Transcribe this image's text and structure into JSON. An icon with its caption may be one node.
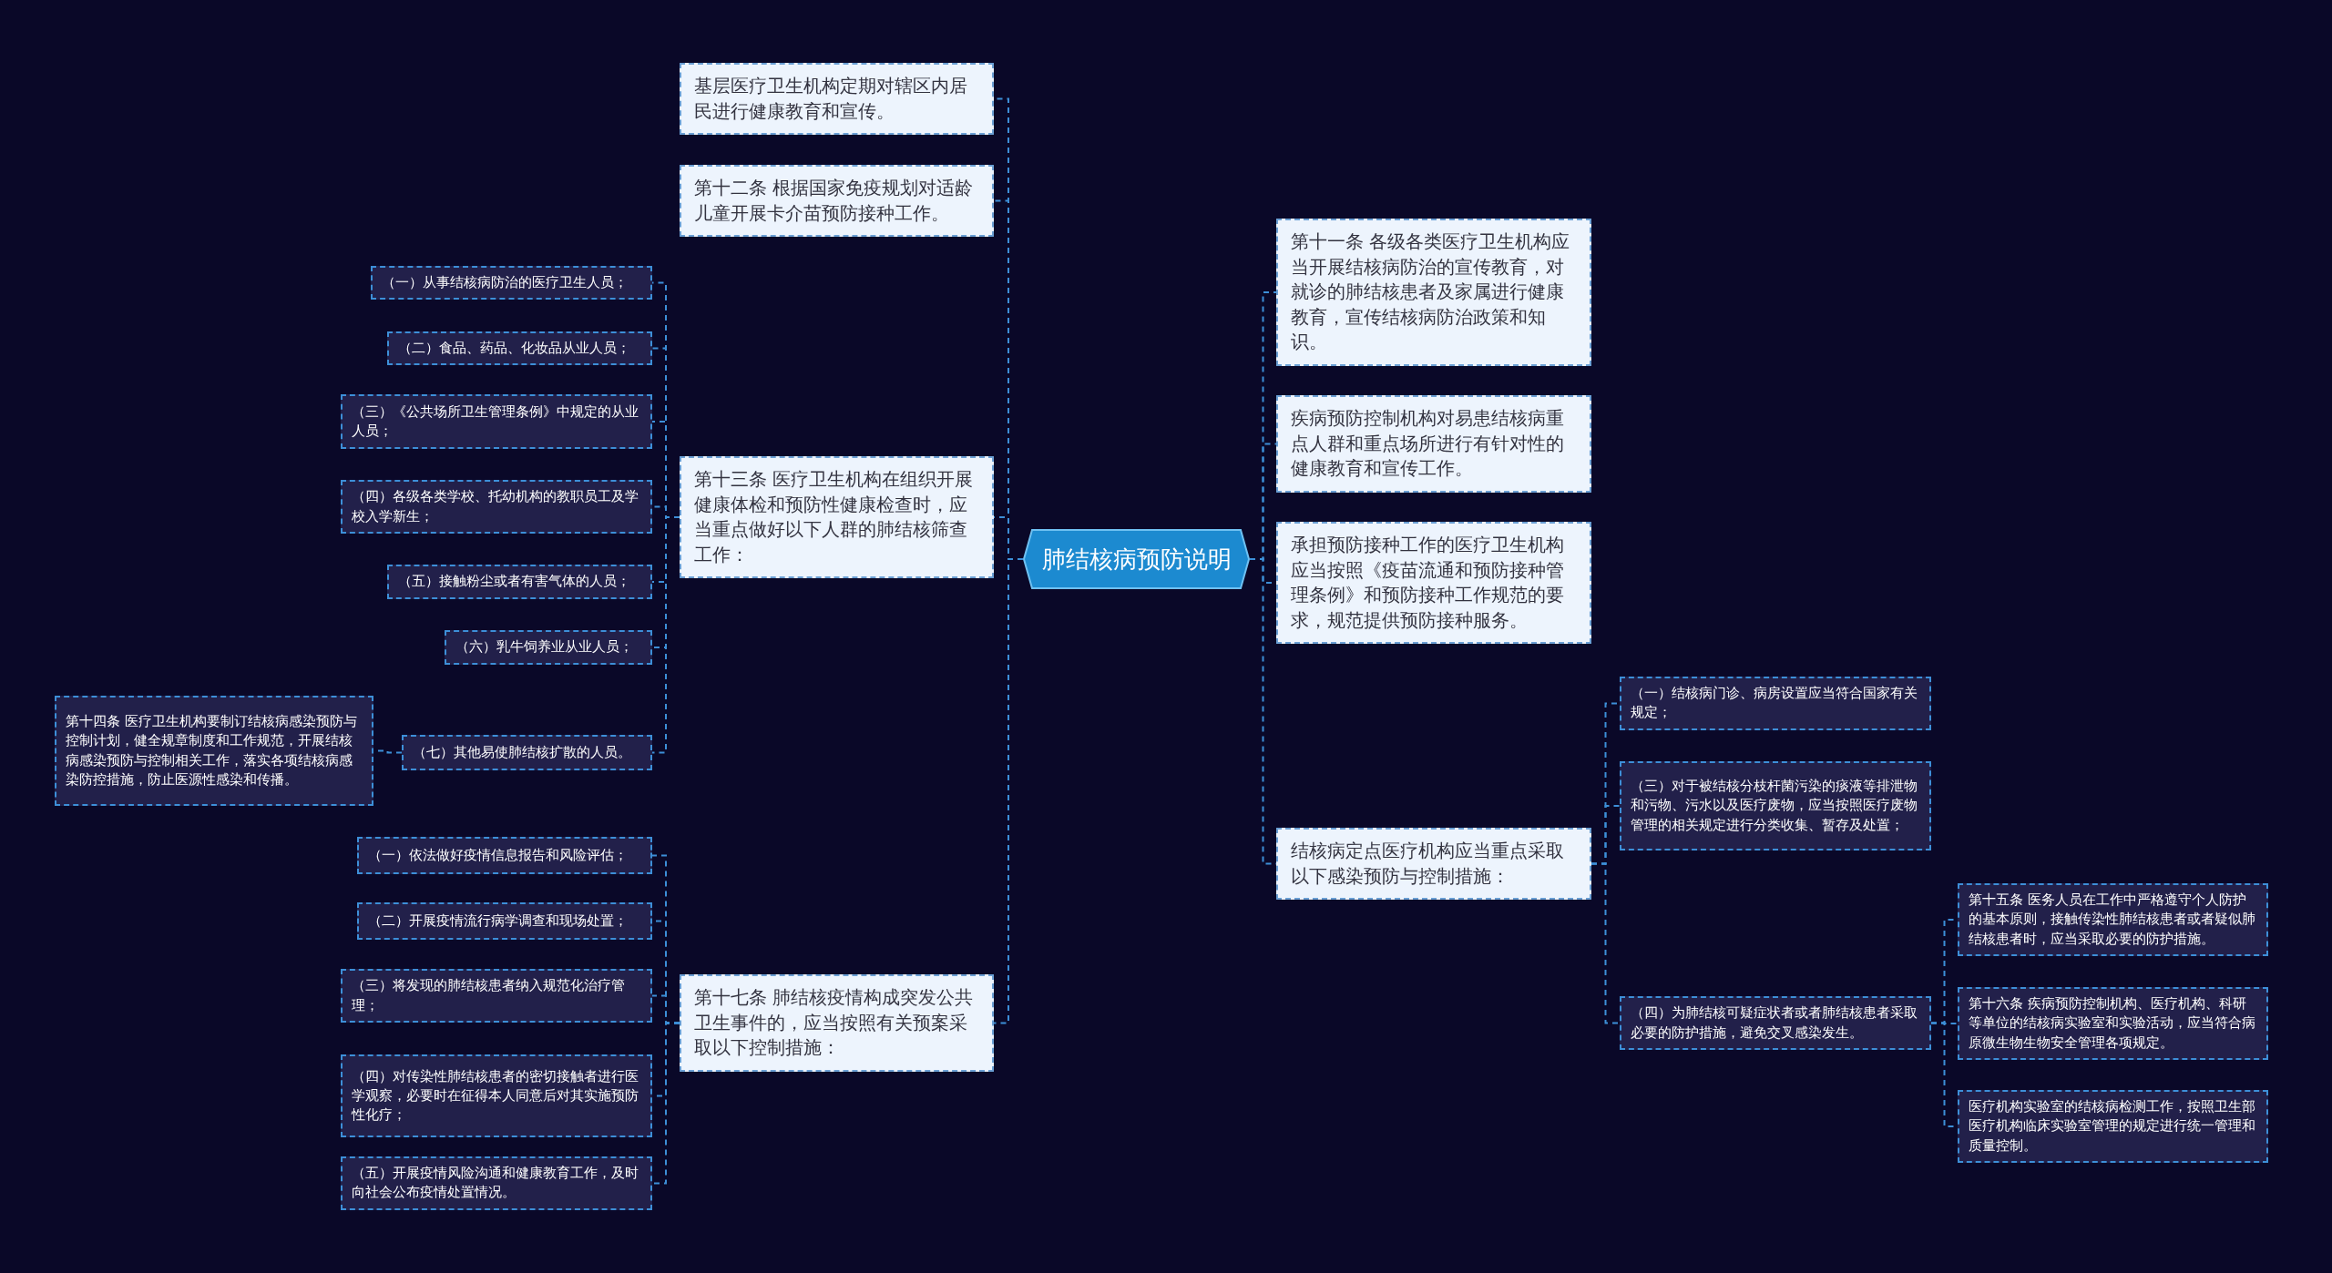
{
  "diagram": {
    "nodes": [
      {
        "text": [
          "肺结核病预防说明"
        ]
      },
      {
        "text": [
          "基层医疗卫生机构定期对辖区内居民进行健康教育和宣传。"
        ]
      },
      {
        "text": [
          "第十二条 根据国家免疫规划对适龄儿童开展卡介苗预防接种工作。"
        ]
      },
      {
        "text": [
          "第十三条 医疗卫生机构在组织开展健康体检和预防性健康检查时，应当重点做好以下人群的肺结核筛查工作："
        ]
      },
      {
        "text": [
          "第十七条 肺结核疫情构成突发公共卫生事件的，应当按照有关预案采取以下控制措施："
        ]
      },
      {
        "text": [
          "（一）从事结核病防治的医疗卫生人员；"
        ]
      },
      {
        "text": [
          "（二）食品、药品、化妆品从业人员；"
        ]
      },
      {
        "text": [
          "（三）《公共场所卫生管理条例》中规定的从业人员；"
        ]
      },
      {
        "text": [
          "（四）各级各类学校、托幼机构的教职员工及学校入学新生；"
        ]
      },
      {
        "text": [
          "（五）接触粉尘或者有害气体的人员；"
        ]
      },
      {
        "text": [
          "（六）乳牛饲养业从业人员；"
        ]
      },
      {
        "text": [
          "（七）其他易使肺结核扩散的人员。"
        ]
      },
      {
        "text": [
          "第十四条 医疗卫生机构要制订结核病感染预防与控制计划，健全规章制度和工作规范，开展结核病感染预防与控制相关工作，落实各项结核病感染防控措施，防止医源性感染和传播。"
        ]
      },
      {
        "text": [
          "（一）依法做好疫情信息报告和风险评估；"
        ]
      },
      {
        "text": [
          "（二）开展疫情流行病学调查和现场处置；"
        ]
      },
      {
        "text": [
          "（三）将发现的肺结核患者纳入规范化治疗管理；"
        ]
      },
      {
        "text": [
          "（四）对传染性肺结核患者的密切接触者进行医学观察，必要时在征得本人同意后对其实施预防性化疗；"
        ]
      },
      {
        "text": [
          "（五）开展疫情风险沟通和健康教育工作，及时向社会公布疫情处置情况。"
        ]
      },
      {
        "text": [
          "第十一条 各级各类医疗卫生机构应当开展结核病防治的宣传教育，对就诊的肺结核患者及家属进行健康教育，宣传结核病防治政策和知识。"
        ]
      },
      {
        "text": [
          "疾病预防控制机构对易患结核病重点人群和重点场所进行有针对性的健康教育和宣传工作。"
        ]
      },
      {
        "text": [
          "承担预防接种工作的医疗卫生机构应当按照《疫苗流通和预防接种管理条例》和预防接种工作规范的要求，规范提供预防接种服务。"
        ]
      },
      {
        "text": [
          "结核病定点医疗机构应当重点采取以下感染预防与控制措施："
        ]
      },
      {
        "text": [
          "（一）结核病门诊、病房设置应当符合国家有关规定；"
        ]
      },
      {
        "text": [
          "（三）对于被结核分枝杆菌污染的痰液等排泄物和污物、污水以及医疗废物，应当按照医疗废物管理的相关规定进行分类收集、暂存及处置；"
        ]
      },
      {
        "text": [
          "（四）为肺结核可疑症状者或者肺结核患者采取必要的防护措施，避免交叉感染发生。"
        ]
      },
      {
        "text": [
          "第十五条 医务人员在工作中严格遵守个人防护的基本原则，接触传染性肺结核患者或者疑似肺结核患者时，应当采取必要的防护措施。"
        ]
      },
      {
        "text": [
          "第十六条 疾病预防控制机构、医疗机构、科研等单位的结核病实验室和实验活动，应当符合病原微生物生物安全管理各项规定。"
        ]
      },
      {
        "text": [
          "医疗机构实验室的结核病检测工作，按照卫生部医疗机构临床实验室管理的规定进行统一管理和质量控制。"
        ]
      }
    ],
    "edges": [
      {
        "from": 0,
        "to": 1,
        "arrow": "none"
      },
      {
        "from": 0,
        "to": 2,
        "arrow": "none"
      },
      {
        "from": 0,
        "to": 3,
        "arrow": "none"
      },
      {
        "from": 0,
        "to": 4,
        "arrow": "none"
      },
      {
        "from": 3,
        "to": 5,
        "arrow": "none"
      },
      {
        "from": 3,
        "to": 6,
        "arrow": "none"
      },
      {
        "from": 3,
        "to": 7,
        "arrow": "none"
      },
      {
        "from": 3,
        "to": 8,
        "arrow": "none"
      },
      {
        "from": 3,
        "to": 9,
        "arrow": "none"
      },
      {
        "from": 3,
        "to": 10,
        "arrow": "none"
      },
      {
        "from": 3,
        "to": 11,
        "arrow": "none"
      },
      {
        "from": 11,
        "to": 12,
        "arrow": "none"
      },
      {
        "from": 4,
        "to": 13,
        "arrow": "none"
      },
      {
        "from": 4,
        "to": 14,
        "arrow": "none"
      },
      {
        "from": 4,
        "to": 15,
        "arrow": "none"
      },
      {
        "from": 4,
        "to": 16,
        "arrow": "none"
      },
      {
        "from": 4,
        "to": 17,
        "arrow": "none"
      },
      {
        "from": 0,
        "to": 18,
        "arrow": "none"
      },
      {
        "from": 0,
        "to": 19,
        "arrow": "none"
      },
      {
        "from": 0,
        "to": 20,
        "arrow": "none"
      },
      {
        "from": 0,
        "to": 21,
        "arrow": "none"
      },
      {
        "from": 21,
        "to": 22,
        "arrow": "none"
      },
      {
        "from": 21,
        "to": 23,
        "arrow": "none"
      },
      {
        "from": 21,
        "to": 24,
        "arrow": "none"
      },
      {
        "from": 24,
        "to": 25,
        "arrow": "none"
      },
      {
        "from": 24,
        "to": 26,
        "arrow": "none"
      },
      {
        "from": 24,
        "to": 27,
        "arrow": "none"
      }
    ]
  }
}
